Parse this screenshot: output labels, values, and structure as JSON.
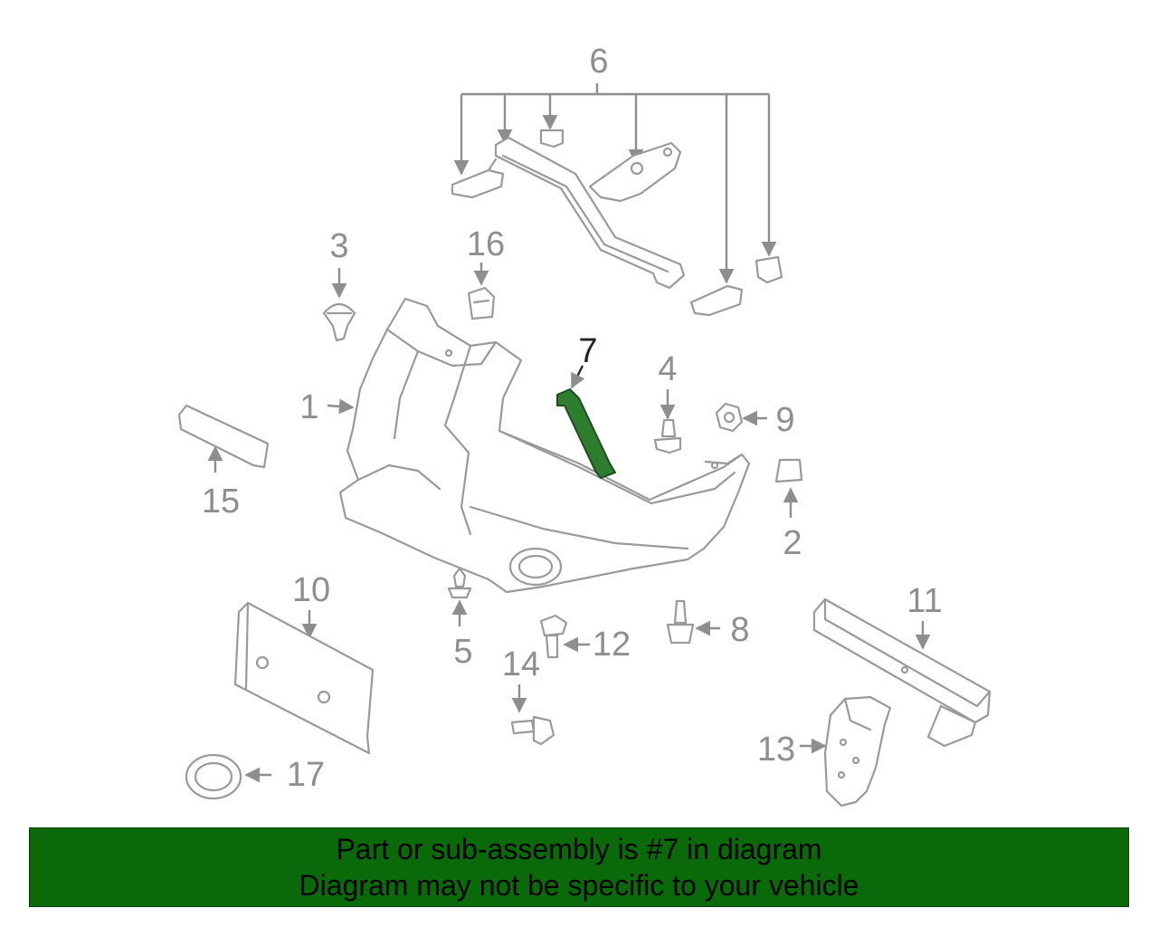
{
  "diagram": {
    "callouts": {
      "c1": "1",
      "c2": "2",
      "c3": "3",
      "c4": "4",
      "c5": "5",
      "c6": "6",
      "c7": "7",
      "c8": "8",
      "c9": "9",
      "c10": "10",
      "c11": "11",
      "c12": "12",
      "c13": "13",
      "c14": "14",
      "c15": "15",
      "c16": "16",
      "c17": "17"
    },
    "highlighted_part": "7",
    "highlight_color": "#2e7d2e",
    "line_color": "#9a9a9a"
  },
  "banner": {
    "line1": "Part or sub-assembly is #7 in diagram",
    "line2": "Diagram may not be specific to your vehicle",
    "background": "#0a6a0a"
  }
}
